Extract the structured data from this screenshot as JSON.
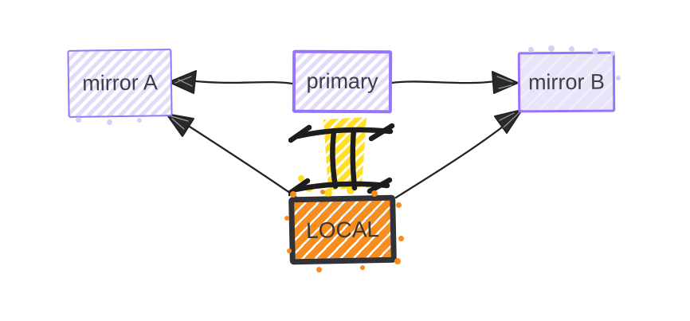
{
  "diagram": {
    "type": "hand-drawn replication topology sketch",
    "nodes": [
      {
        "id": "mirror-a",
        "label": "mirror A",
        "style": "purple-hatched"
      },
      {
        "id": "primary",
        "label": "primary",
        "style": "purple-hatched"
      },
      {
        "id": "mirror-b",
        "label": "mirror B",
        "style": "purple-solid"
      },
      {
        "id": "local",
        "label": "LOCAL",
        "style": "orange-hatched-thick-border"
      }
    ],
    "edges": [
      {
        "from": "primary",
        "to": "mirror-a",
        "arrowhead": "filled-triangle"
      },
      {
        "from": "primary",
        "to": "mirror-b",
        "arrowhead": "filled-triangle"
      },
      {
        "from": "local",
        "to": "mirror-a",
        "arrowhead": "filled-triangle"
      },
      {
        "from": "local",
        "to": "mirror-b",
        "arrowhead": "filled-triangle"
      }
    ],
    "icons": [
      {
        "name": "text-cursor-icon",
        "description": "hand-drawn I-beam text cursor with yellow highlighter fill, above LOCAL box"
      }
    ],
    "colors": {
      "node_border_purple": "#9775fa",
      "node_fill_lavender": "#e3dcf9",
      "local_border_dark": "#2f3338",
      "local_fill_orange": "#f78c1f",
      "cursor_yellow": "#ffdf1f",
      "ink": "#232323",
      "text": "#3a3f45",
      "background": "#ffffff"
    }
  }
}
